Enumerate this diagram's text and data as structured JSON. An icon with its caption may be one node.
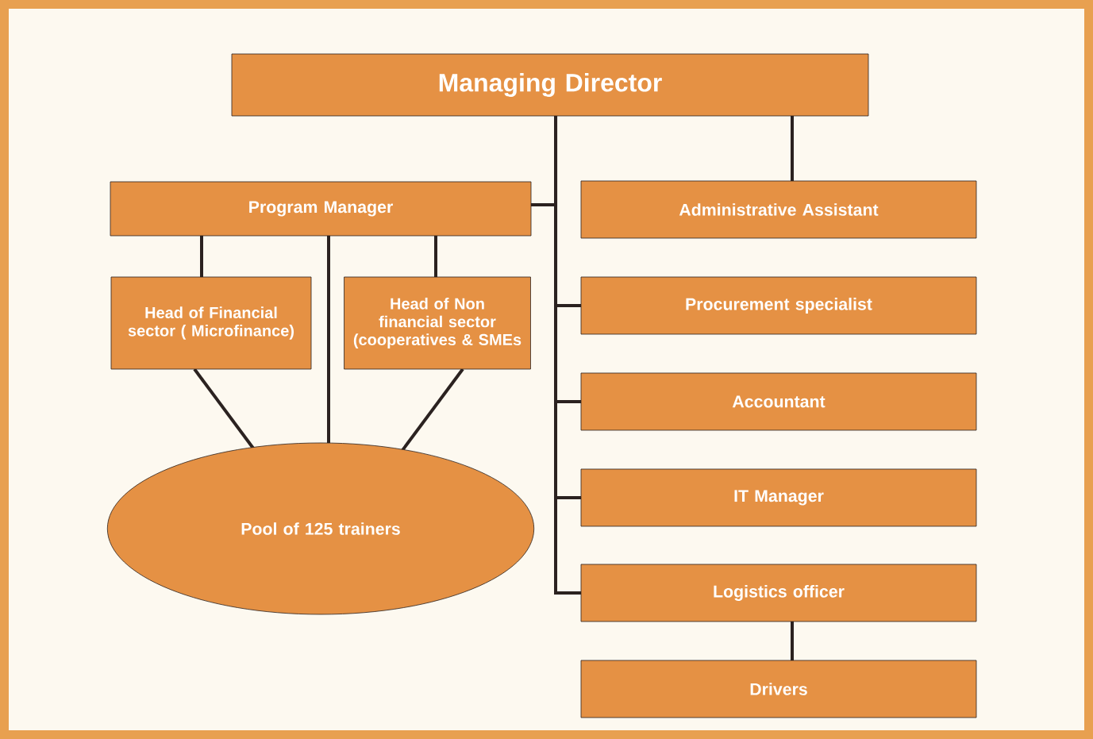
{
  "diagram": {
    "nodes": [
      {
        "text": [
          "Managing Director"
        ]
      },
      {
        "text": [
          "Program Manager"
        ]
      },
      {
        "text": [
          "Administrative Assistant"
        ]
      },
      {
        "text": [
          "Head of Financial sector ( Microfinance)"
        ]
      },
      {
        "text": [
          "Head of Non financial sector (cooperatives & SMEs"
        ]
      },
      {
        "text": [
          "Procurement specialist"
        ]
      },
      {
        "text": [
          "Accountant"
        ]
      },
      {
        "text": [
          "IT Manager"
        ]
      },
      {
        "text": [
          "Logistics officer"
        ]
      },
      {
        "text": [
          "Pool of 125 trainers"
        ]
      },
      {
        "text": [
          "Drivers"
        ]
      }
    ],
    "edges": [
      {
        "from": 0,
        "to": 1,
        "arrow": "none"
      },
      {
        "from": 0,
        "to": 2,
        "arrow": "none"
      },
      {
        "from": 0,
        "to": 5,
        "arrow": "none"
      },
      {
        "from": 0,
        "to": 6,
        "arrow": "none"
      },
      {
        "from": 0,
        "to": 7,
        "arrow": "none"
      },
      {
        "from": 0,
        "to": 8,
        "arrow": "none"
      },
      {
        "from": 1,
        "to": 3,
        "arrow": "none"
      },
      {
        "from": 1,
        "to": 9,
        "arrow": "none"
      },
      {
        "from": 1,
        "to": 4,
        "arrow": "none"
      },
      {
        "from": 3,
        "to": 9,
        "arrow": "none"
      },
      {
        "from": 4,
        "to": 9,
        "arrow": "none"
      },
      {
        "from": 8,
        "to": 10,
        "arrow": "none"
      }
    ]
  }
}
